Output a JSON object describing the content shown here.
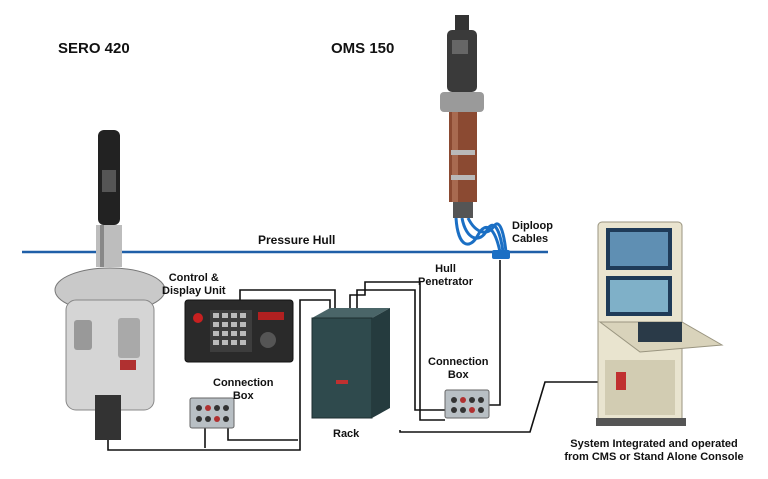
{
  "labels": {
    "sero": "SERO 420",
    "oms": "OMS 150",
    "pressure_hull": "Pressure Hull",
    "diploop_line1": "Diploop",
    "diploop_line2": "Cables",
    "hull_pen_line1": "Hull",
    "hull_pen_line2": "Penetrator",
    "control_line1": "Control &",
    "control_line2": "Display Unit",
    "conn_left_line1": "Connection",
    "conn_left_line2": "Box",
    "conn_right_line1": "Connection",
    "conn_right_line2": "Box",
    "rack": "Rack",
    "system_line1": "System Integrated and operated",
    "system_line2": "from CMS or Stand Alone Console"
  },
  "colors": {
    "hull_line": "#1f5fa8",
    "cable": "#111111",
    "diploop_cable": "#1b6fc4",
    "rack": "#2f4a4d",
    "console": "#e9e4cf"
  }
}
